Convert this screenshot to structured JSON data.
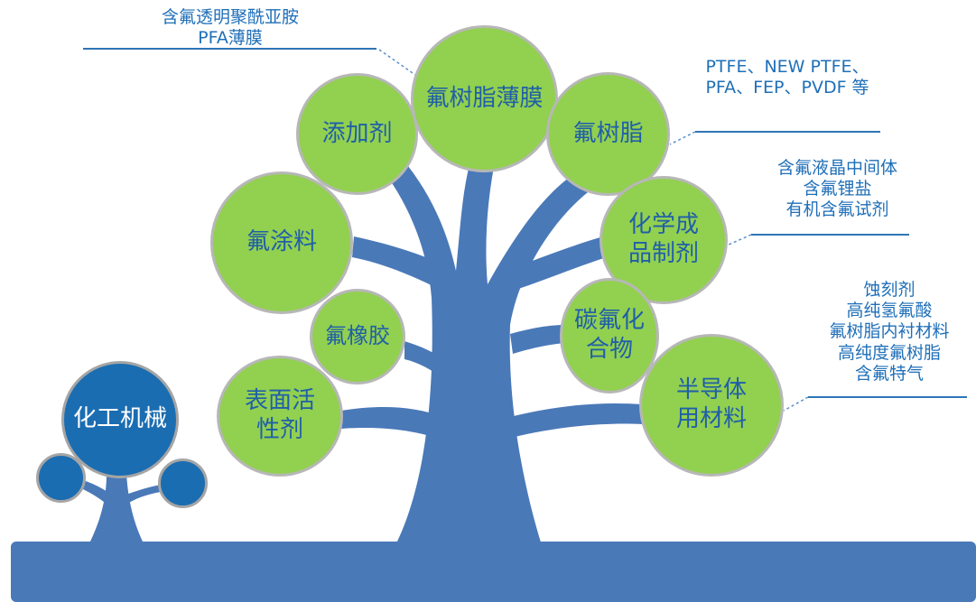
{
  "colors": {
    "trunk": "#4a79b8",
    "node_green": "#92d050",
    "node_blue": "#1b6db2",
    "text_blue": "#1f5fa8",
    "annotation": "#1f6fb8"
  },
  "nodes": {
    "film": "氟树脂薄膜",
    "additive": "添加剂",
    "resin": "氟树脂",
    "coating": "氟涂料",
    "chem": "化学成\n品制剂",
    "rubber": "氟橡胶",
    "carbon": "碳氟化\n合物",
    "surfactant": "表面活\n性剂",
    "semicon": "半导体\n用材料",
    "machinery": "化工机械"
  },
  "annotations": {
    "film": "含氟透明聚酰亚胺\nPFA薄膜",
    "resin": "PTFE、NEW PTFE、\nPFA、FEP、PVDF 等",
    "chem": "含氟液晶中间体\n含氟锂盐\n有机含氟试剂",
    "semicon": "蚀刻剂\n高纯氢氟酸\n氟树脂内衬材料\n高纯度氟树脂\n含氟特气"
  }
}
